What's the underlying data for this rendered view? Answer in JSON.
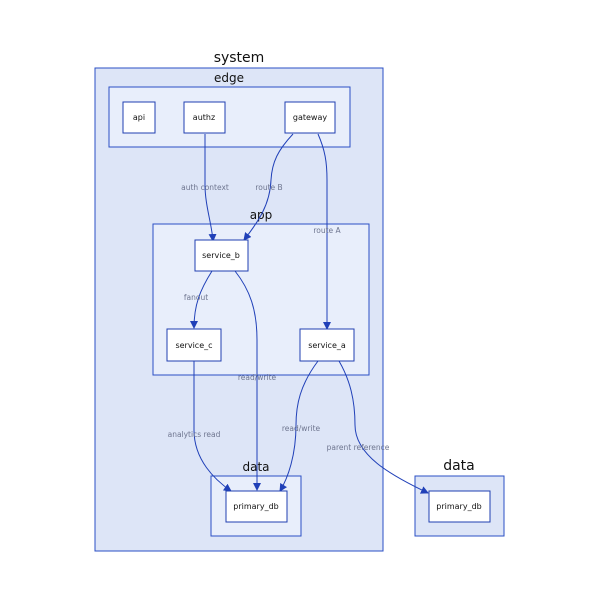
{
  "clusters": {
    "system": "system",
    "edge": "edge",
    "app": "app",
    "data_inner": "data",
    "data_outer": "data"
  },
  "nodes": {
    "api": "api",
    "authz": "authz",
    "gateway": "gateway",
    "service_b": "service_b",
    "service_c": "service_c",
    "service_a": "service_a",
    "primary_db_inner": "primary_db",
    "primary_db_outer": "primary_db"
  },
  "edges": {
    "auth_context": "auth context",
    "route_b": "route B",
    "route_a": "route A",
    "fanout": "fanout",
    "read_write_b": "read/write",
    "analytics_read": "analytics read",
    "read_write_a": "read/write",
    "parent_reference": "parent reference"
  },
  "colors": {
    "cluster_fill": "#dde5f7",
    "inner_fill": "#e8eefb",
    "border": "#2a4fc4",
    "edge": "#2040b8",
    "label": "#6f7690"
  }
}
